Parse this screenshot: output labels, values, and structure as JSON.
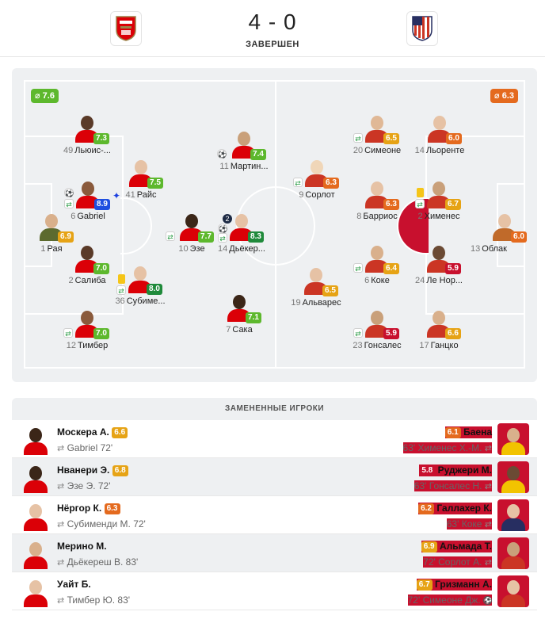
{
  "match": {
    "score": "4 - 0",
    "status": "ЗАВЕРШЕН",
    "home_logo": "arsenal-crest",
    "away_logo": "atletico-crest"
  },
  "lineups": {
    "home_avg": "⌀ 7.6",
    "away_avg": "⌀ 6.3",
    "home_color": "#5db82d",
    "away_color": "#e46a1e",
    "home": [
      {
        "num": "49",
        "name": "Льюис-...",
        "rating": "7.3"
      },
      {
        "num": "41",
        "name": "Райс",
        "rating": "7.5"
      },
      {
        "num": "6",
        "name": "Gabriel",
        "rating": "8.9"
      },
      {
        "num": "1",
        "name": "Рая",
        "rating": "6.9"
      },
      {
        "num": "2",
        "name": "Салиба",
        "rating": "7.0"
      },
      {
        "num": "36",
        "name": "Субиме...",
        "rating": "8.0"
      },
      {
        "num": "12",
        "name": "Тимбер",
        "rating": "7.0"
      },
      {
        "num": "11",
        "name": "Мартин...",
        "rating": "7.4"
      },
      {
        "num": "10",
        "name": "Эзе",
        "rating": "7.7"
      },
      {
        "num": "14",
        "name": "Дьёкер...",
        "rating": "8.3"
      },
      {
        "num": "7",
        "name": "Сака",
        "rating": "7.1"
      }
    ],
    "away": [
      {
        "num": "20",
        "name": "Симеоне",
        "rating": "6.5"
      },
      {
        "num": "14",
        "name": "Льоренте",
        "rating": "6.0"
      },
      {
        "num": "9",
        "name": "Сорлот",
        "rating": "6.3"
      },
      {
        "num": "8",
        "name": "Барриос",
        "rating": "6.3"
      },
      {
        "num": "2",
        "name": "Хименес",
        "rating": "6.7"
      },
      {
        "num": "13",
        "name": "Облак",
        "rating": "6.0"
      },
      {
        "num": "6",
        "name": "Коке",
        "rating": "6.4"
      },
      {
        "num": "24",
        "name": "Ле Нор...",
        "rating": "5.9"
      },
      {
        "num": "19",
        "name": "Альварес",
        "rating": "6.5"
      },
      {
        "num": "23",
        "name": "Гонсалес",
        "rating": "5.9"
      },
      {
        "num": "17",
        "name": "Ганцко",
        "rating": "6.6"
      }
    ],
    "dyokeres_goals": "2"
  },
  "substitutes": {
    "title": "ЗАМЕНЕННЫЕ ИГРОКИ",
    "rows": [
      {
        "home_name": "Москера А.",
        "home_rating": "6.6",
        "home_info": "Gabriel 72'",
        "away_name": "Баена",
        "away_rating": "6.1",
        "away_info": "63' Хименес Х.-М."
      },
      {
        "home_name": "Нванери Э.",
        "home_rating": "6.8",
        "home_info": "Эзе Э. 72'",
        "away_name": "Руджери М.",
        "away_rating": "5.8",
        "away_info": "63' Гонсалес Н."
      },
      {
        "home_name": "Нёргор К.",
        "home_rating": "6.3",
        "home_info": "Субименди М. 72'",
        "away_name": "Галлахер К.",
        "away_rating": "6.2",
        "away_info": "63' Коке"
      },
      {
        "home_name": "Мерино М.",
        "home_rating": "",
        "home_info": "Дьёкереш В. 83'",
        "away_name": "Альмада Т.",
        "away_rating": "6.9",
        "away_info": "72' Сорлот А."
      },
      {
        "home_name": "Уайт Б.",
        "home_rating": "",
        "home_info": "Тимбер Ю. 83'",
        "away_name": "Гризманн А.",
        "away_rating": "6.7",
        "away_info": "72' Симеоне Дж."
      }
    ]
  }
}
